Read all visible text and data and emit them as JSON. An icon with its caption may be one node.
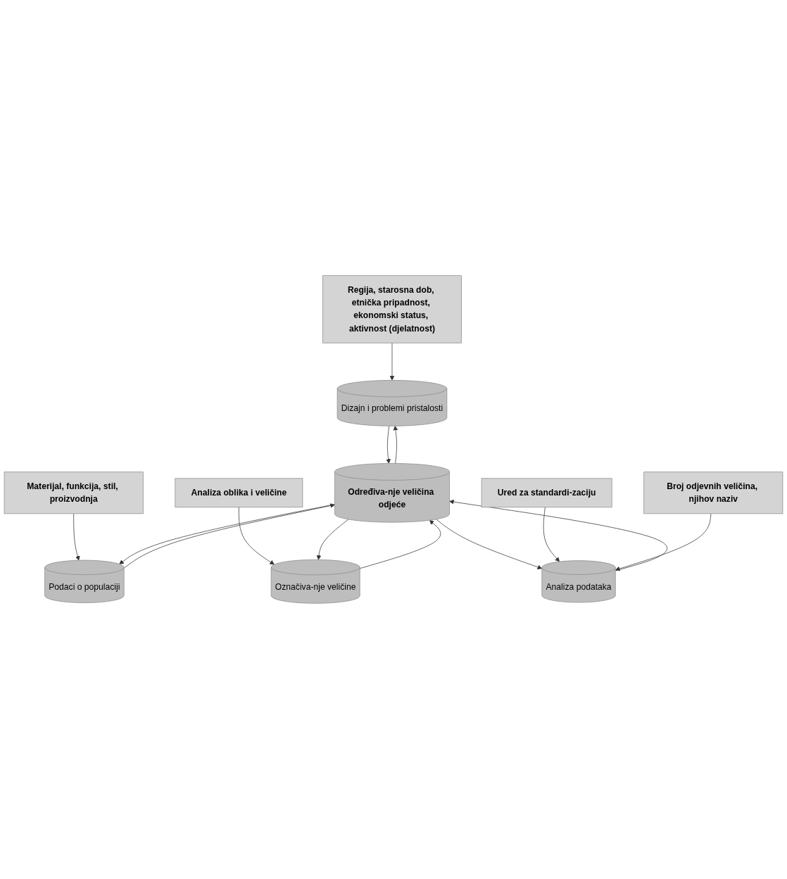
{
  "diagram": {
    "nodes": [
      {
        "text": [
          "Regija, starosna dob, etnička pripadnost, ekonomski status, aktivnost (djelatnost)"
        ]
      },
      {
        "text": [
          "Dizajn i problemi pristalosti"
        ]
      },
      {
        "text": [
          "Materijal, funkcija, stil, proizvodnja"
        ]
      },
      {
        "text": [
          "Analiza oblika i veličine"
        ]
      },
      {
        "text": [
          "Podaci o populaciji"
        ]
      },
      {
        "text": [
          "Određiva-nje veličina odjeće"
        ]
      },
      {
        "text": [
          "Označiva-nje veličine"
        ]
      },
      {
        "text": [
          "Ured za standardi-zaciju"
        ]
      },
      {
        "text": [
          "Analiza podataka"
        ]
      },
      {
        "text": [
          "Broj odjevnih veličina, njihov naziv"
        ]
      }
    ],
    "edges": [
      {
        "from": 0,
        "to": 1,
        "arrow": "to"
      },
      {
        "from": 1,
        "to": 5,
        "arrow": "to"
      },
      {
        "from": 5,
        "to": 1,
        "arrow": "to"
      },
      {
        "from": 2,
        "to": 4,
        "arrow": "to"
      },
      {
        "from": 3,
        "to": 6,
        "arrow": "to"
      },
      {
        "from": 5,
        "to": 4,
        "arrow": "to"
      },
      {
        "from": 4,
        "to": 5,
        "arrow": "to"
      },
      {
        "from": 5,
        "to": 6,
        "arrow": "to"
      },
      {
        "from": 6,
        "to": 5,
        "arrow": "to"
      },
      {
        "from": 5,
        "to": 8,
        "arrow": "to"
      },
      {
        "from": 8,
        "to": 5,
        "arrow": "to"
      },
      {
        "from": 7,
        "to": 8,
        "arrow": "to"
      },
      {
        "from": 9,
        "to": 8,
        "arrow": "to"
      }
    ]
  }
}
